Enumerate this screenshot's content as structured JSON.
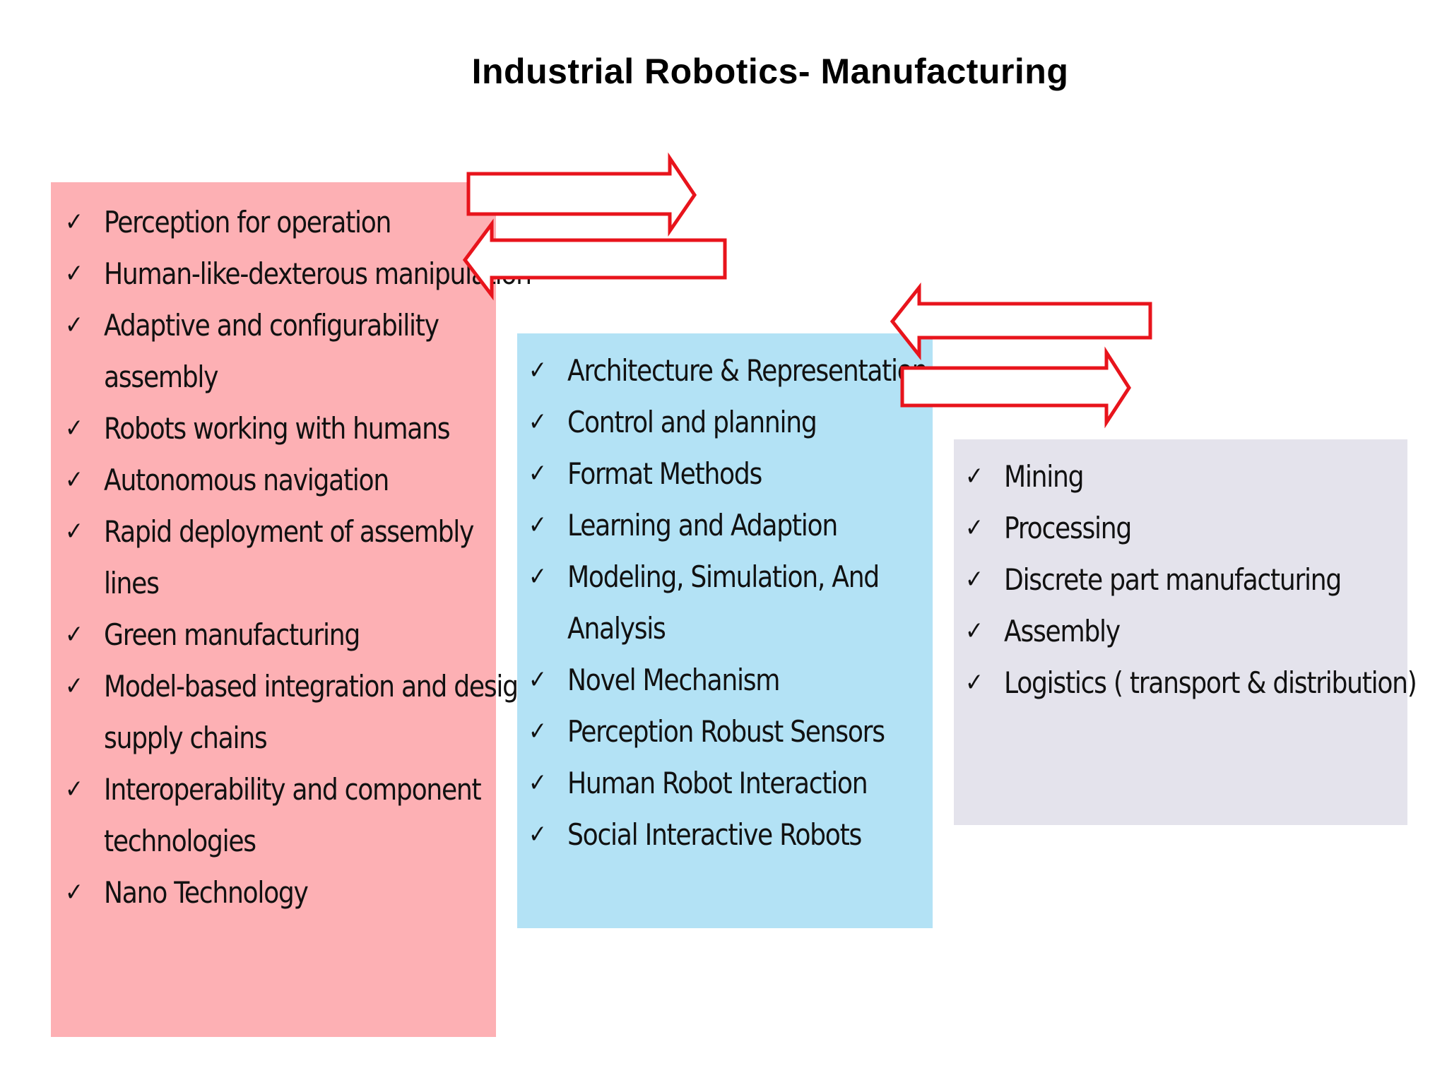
{
  "title": "Industrial Robotics- Manufacturing",
  "colors": {
    "left_panel": "#fdb0b4",
    "middle_panel": "#b3e2f5",
    "right_panel": "#e4e3ec",
    "arrow_stroke": "#e8141c",
    "arrow_fill": "#ffffff"
  },
  "check_symbol": "✓",
  "left_panel": {
    "items": [
      "Perception for operation",
      "Human-like-dexterous manipulation",
      "Adaptive and configurability assembly",
      "Robots working with humans",
      "Autonomous navigation",
      "Rapid deployment of assembly lines",
      "Green manufacturing",
      "Model-based integration and design supply chains",
      "Interoperability and component technologies",
      "Nano Technology"
    ]
  },
  "middle_panel": {
    "items": [
      "Architecture & Representation",
      "Control and planning",
      "Format Methods",
      "Learning and Adaption",
      "Modeling, Simulation, And Analysis",
      "Novel Mechanism",
      "Perception Robust Sensors",
      "Human Robot Interaction",
      "Social Interactive Robots"
    ]
  },
  "right_panel": {
    "items": [
      "Mining",
      "Processing",
      "Discrete part manufacturing",
      "Assembly",
      "Logistics ( transport & distribution)"
    ]
  },
  "arrows": [
    {
      "direction": "right",
      "between": "left-middle"
    },
    {
      "direction": "left",
      "between": "left-middle"
    },
    {
      "direction": "left",
      "between": "middle-right"
    },
    {
      "direction": "right",
      "between": "middle-right"
    }
  ]
}
